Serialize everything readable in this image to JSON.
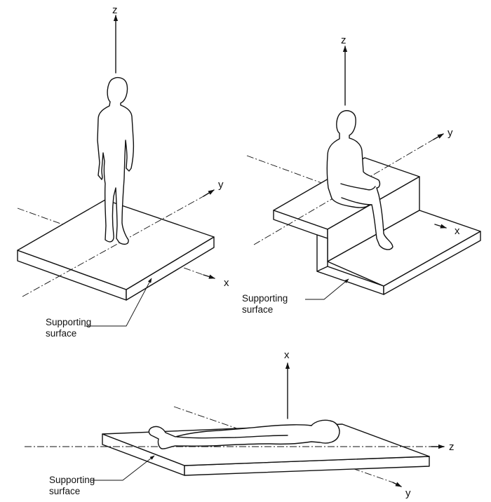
{
  "figure": {
    "standing": {
      "axis_z": "z",
      "axis_y": "y",
      "axis_x": "x",
      "surface_label_line1": "Supporting",
      "surface_label_line2": "surface"
    },
    "seated": {
      "axis_z": "z",
      "axis_y": "y",
      "axis_x": "x",
      "surface_label_line1": "Supporting",
      "surface_label_line2": "surface"
    },
    "recumbent": {
      "axis_x": "x",
      "axis_z": "z",
      "axis_y": "y",
      "surface_label_line1": "Supporting",
      "surface_label_line2": "surface"
    }
  }
}
